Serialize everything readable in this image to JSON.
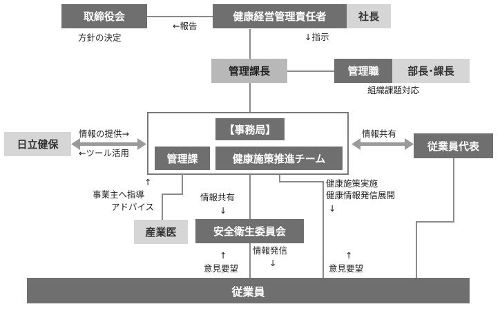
{
  "nodes": {
    "board": "取締役会",
    "health_manager": "健康経営管理責任者",
    "president": "社長",
    "section_chief": "管理課長",
    "management": "管理職",
    "dept_heads": "部長･課長",
    "secretariat": "【事務局】",
    "admin_section": "管理課",
    "promotion_team": "健康施策推進チーム",
    "insurance": "日立健保",
    "employee_rep": "従業員代表",
    "doctor": "産業医",
    "committee": "安全衛生委員会",
    "employees": "従業員"
  },
  "labels": {
    "report": "←報告",
    "policy": "方針の決定",
    "instruct": "↓指示",
    "org_issues": "組織課題対応",
    "info_provide": "情報の提供→",
    "tool_use": "←ツール活用",
    "info_share_rep": "情報共有",
    "up_arrow": "↑",
    "guidance_line1": "事業主へ指導",
    "guidance_line2": "アドバイス",
    "info_share_comm": "情報共有",
    "down_arrow": "↓",
    "implement_line1": "健康施策実施",
    "implement_line2": "健康情報発信展開",
    "implement_arrow": "↓",
    "info_send": "情報発信",
    "info_send_arrow": "↓",
    "opinion_left_arrow": "↑",
    "opinion_left": "意見要望",
    "opinion_right_arrow": "↑",
    "opinion_right": "意見要望"
  },
  "colors": {
    "dark_box": "#6f6f6f",
    "light_box": "#d6d6d6",
    "mid_box": "#b8b8b8",
    "line": "#8a8a8a"
  }
}
